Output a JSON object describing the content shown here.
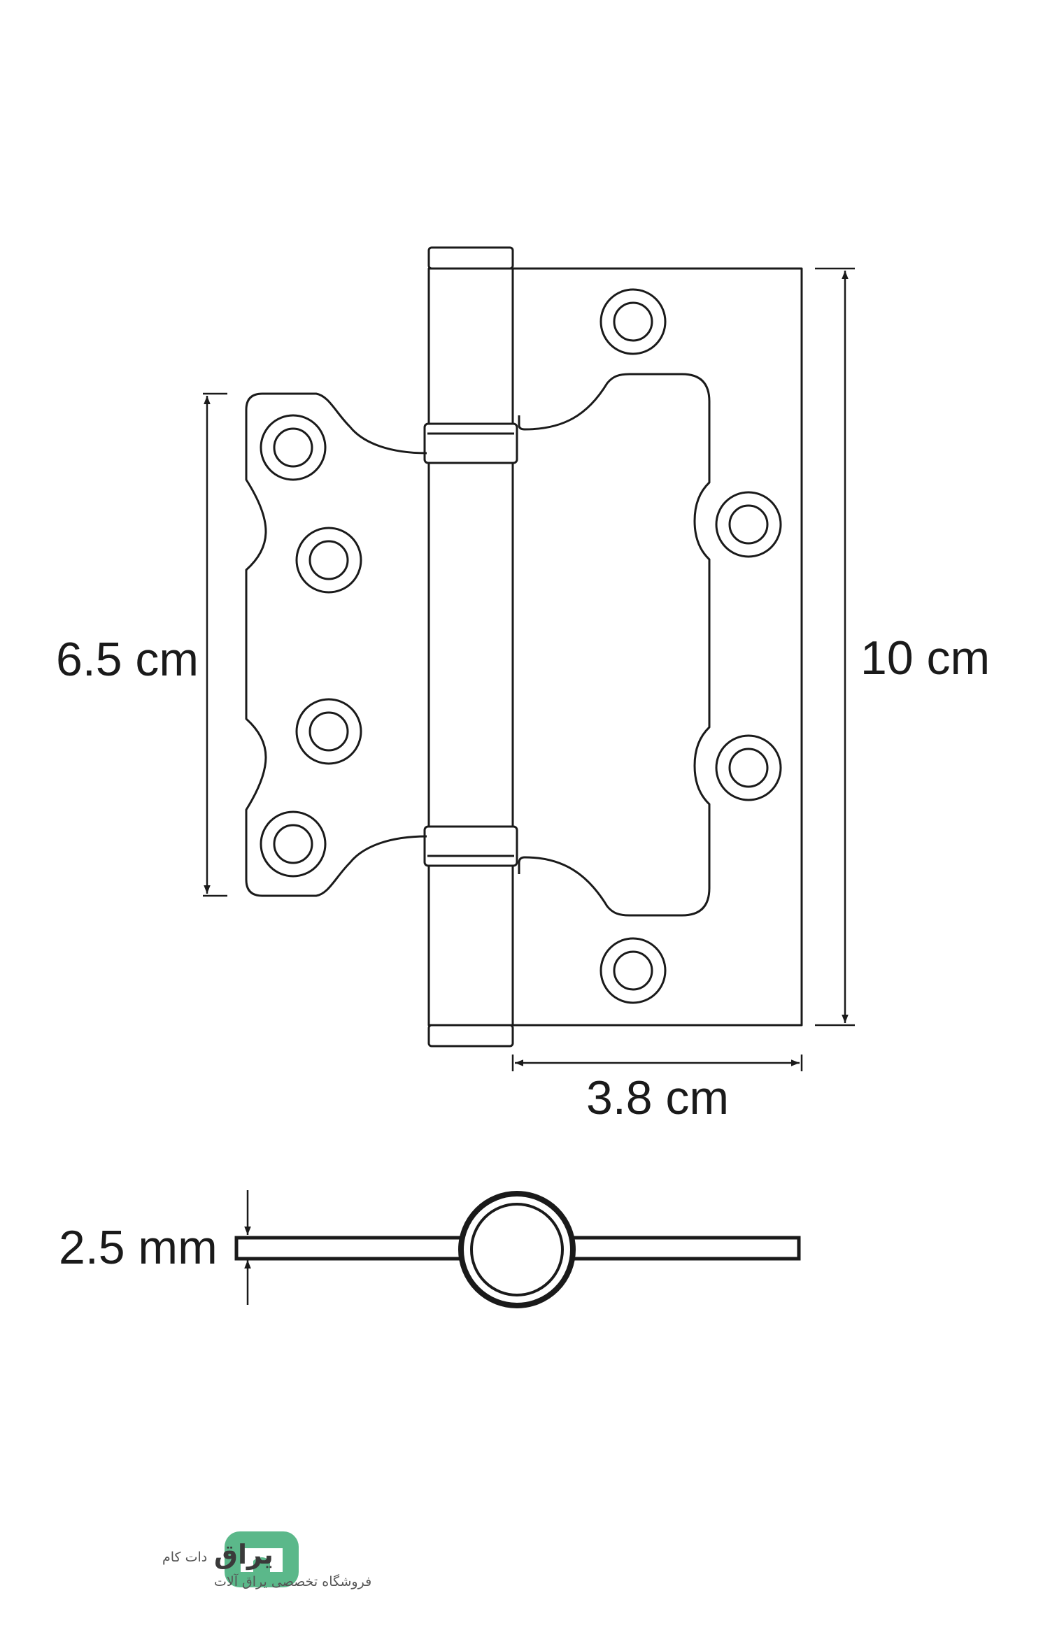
{
  "dimensions": {
    "height_left": "6.5 cm",
    "height_right": "10 cm",
    "width_bottom": "3.8 cm",
    "thickness": "2.5 mm"
  },
  "brand": {
    "name": "یراق",
    "suffix": "دات کام",
    "tagline": "فروشگاه تخصصی یراق آلات",
    "color": "#5bb88a"
  },
  "colors": {
    "line": "#1a1a1a",
    "background": "#ffffff"
  }
}
